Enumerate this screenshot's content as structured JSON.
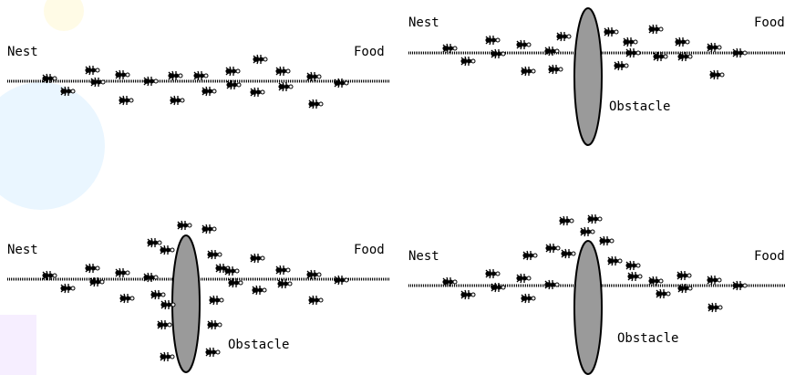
{
  "panels": [
    {
      "nest": "Nest",
      "food": "Food"
    },
    {
      "nest": "Nest",
      "food": "Food",
      "obstacle": "Obstacle"
    },
    {
      "nest": "Nest",
      "food": "Food",
      "obstacle": "Obstacle"
    },
    {
      "nest": "Nest",
      "food": "Food",
      "obstacle": "Obstacle"
    }
  ]
}
